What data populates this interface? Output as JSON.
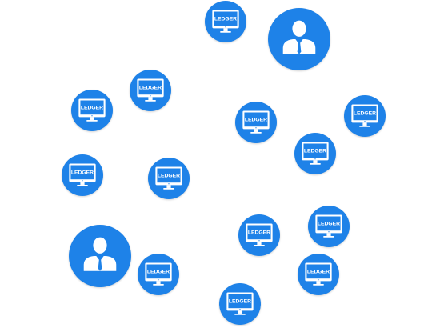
{
  "ledger_label": "LEDGER",
  "colors": {
    "node": "#1e82e8",
    "node_shadow": "#1668bd",
    "glyph": "#ffffff"
  },
  "nodes": [
    {
      "kind": "person",
      "icon": "person-icon"
    },
    {
      "kind": "person",
      "icon": "person-icon"
    },
    {
      "kind": "ledger",
      "icon": "monitor-icon"
    },
    {
      "kind": "ledger",
      "icon": "monitor-icon"
    },
    {
      "kind": "ledger",
      "icon": "monitor-icon"
    },
    {
      "kind": "ledger",
      "icon": "monitor-icon"
    },
    {
      "kind": "ledger",
      "icon": "monitor-icon"
    },
    {
      "kind": "ledger",
      "icon": "monitor-icon"
    },
    {
      "kind": "ledger",
      "icon": "monitor-icon"
    },
    {
      "kind": "ledger",
      "icon": "monitor-icon"
    },
    {
      "kind": "ledger",
      "icon": "monitor-icon"
    },
    {
      "kind": "ledger",
      "icon": "monitor-icon"
    },
    {
      "kind": "ledger",
      "icon": "monitor-icon"
    },
    {
      "kind": "ledger",
      "icon": "monitor-icon"
    },
    {
      "kind": "ledger",
      "icon": "monitor-icon"
    },
    {
      "kind": "ledger",
      "icon": "monitor-icon"
    }
  ]
}
